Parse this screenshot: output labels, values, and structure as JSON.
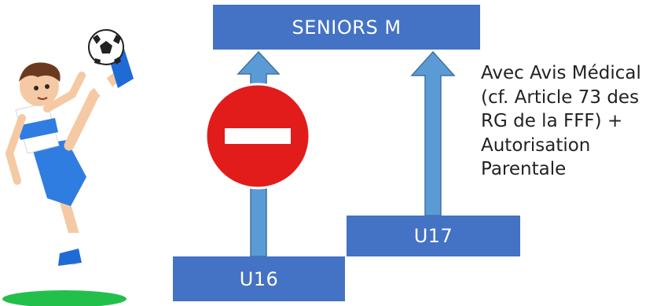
{
  "diagram": {
    "top_box": {
      "label": "SENIORS M"
    },
    "left_box": {
      "label": "U16"
    },
    "right_box": {
      "label": "U17"
    },
    "note": {
      "lines": [
        "Avec Avis Médical",
        "(cf. Article 73 des",
        "RG de la FFF) +",
        "Autorisation",
        "Parentale"
      ]
    }
  },
  "icons": {
    "no_entry": "no-entry-sign-icon",
    "player": "soccer-player-illustration",
    "ball": "soccer-ball-icon"
  },
  "colors": {
    "box_fill": "#4472c4",
    "arrow_fill": "#5b9bd5",
    "no_entry_red": "#e21b1b",
    "grass": "#22c04a"
  }
}
